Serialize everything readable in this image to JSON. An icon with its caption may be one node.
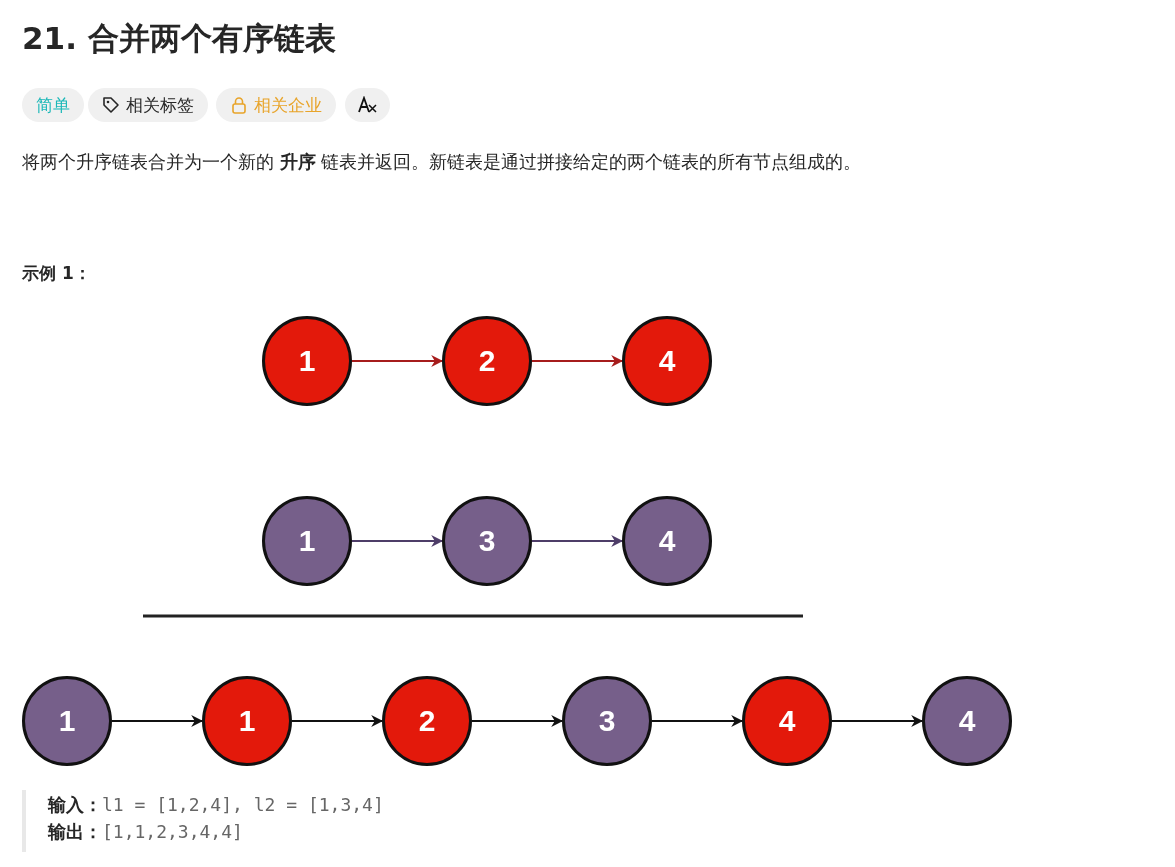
{
  "diagram": {
    "title": "21. 合并两个有序链表",
    "nodes": [
      {
        "text": [
          "1"
        ]
      },
      {
        "text": [
          "2"
        ]
      },
      {
        "text": [
          "4"
        ]
      },
      {
        "text": [
          "1"
        ]
      },
      {
        "text": [
          "3"
        ]
      },
      {
        "text": [
          "4"
        ]
      },
      {
        "text": [
          "1"
        ]
      },
      {
        "text": [
          "1"
        ]
      },
      {
        "text": [
          "2"
        ]
      },
      {
        "text": [
          "3"
        ]
      },
      {
        "text": [
          "4"
        ]
      },
      {
        "text": [
          "4"
        ]
      }
    ],
    "edges": [
      {
        "from": 0,
        "to": 1,
        "arrow": "to",
        "color": "#a61c1c"
      },
      {
        "from": 1,
        "to": 2,
        "arrow": "to",
        "color": "#a61c1c"
      },
      {
        "from": 3,
        "to": 4,
        "arrow": "to",
        "color": "#4e3d68"
      },
      {
        "from": 4,
        "to": 5,
        "arrow": "to",
        "color": "#4e3d68"
      },
      {
        "from": 6,
        "to": 7,
        "arrow": "to"
      },
      {
        "from": 7,
        "to": 8,
        "arrow": "to"
      },
      {
        "from": 8,
        "to": 9,
        "arrow": "to"
      },
      {
        "from": 9,
        "to": 10,
        "arrow": "to"
      },
      {
        "from": 10,
        "to": 11,
        "arrow": "to"
      }
    ],
    "labels": [
      "简单",
      "相关标签",
      "相关企业",
      "将两个升序链表合并为一个新的 **升序** 链表并返回。新链表是通过拼接给定的两个链表的所有节点组成的。",
      "示例 1：",
      "**输入：**l1 = [1,2,4], l2 = [1,3,4]",
      "**输出：**[1,1,2,3,4,4]"
    ]
  }
}
